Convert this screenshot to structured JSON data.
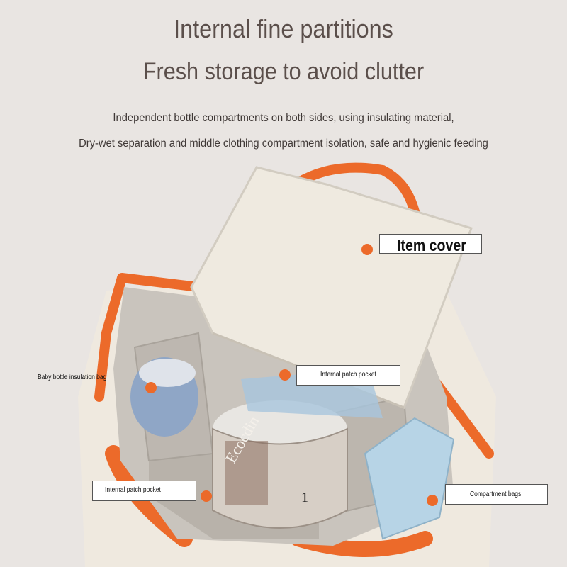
{
  "title": "Internal fine partitions",
  "subtitle": "Fresh storage to avoid clutter",
  "description_lines": [
    "Independent bottle compartments on both sides, using insulating material,",
    "Dry-wet separation and middle clothing compartment isolation, safe and hygienic feeding"
  ],
  "callouts": {
    "item_cover": "Item cover",
    "bottle_bag": "Baby bottle insulation bag",
    "patch_pocket_top": "Internal patch pocket",
    "patch_pocket_bottom": "Internal patch pocket",
    "compartment_bags": "Compartment bags"
  },
  "product_text": {
    "can_brand": "Ecocdin",
    "can_number": "1"
  },
  "colors": {
    "background": "#e9e5e2",
    "accent_orange": "#ec6a2a",
    "headline": "#5b4f4b",
    "bag_lining": "#c9c4bd",
    "bag_cover": "#efeae0"
  }
}
